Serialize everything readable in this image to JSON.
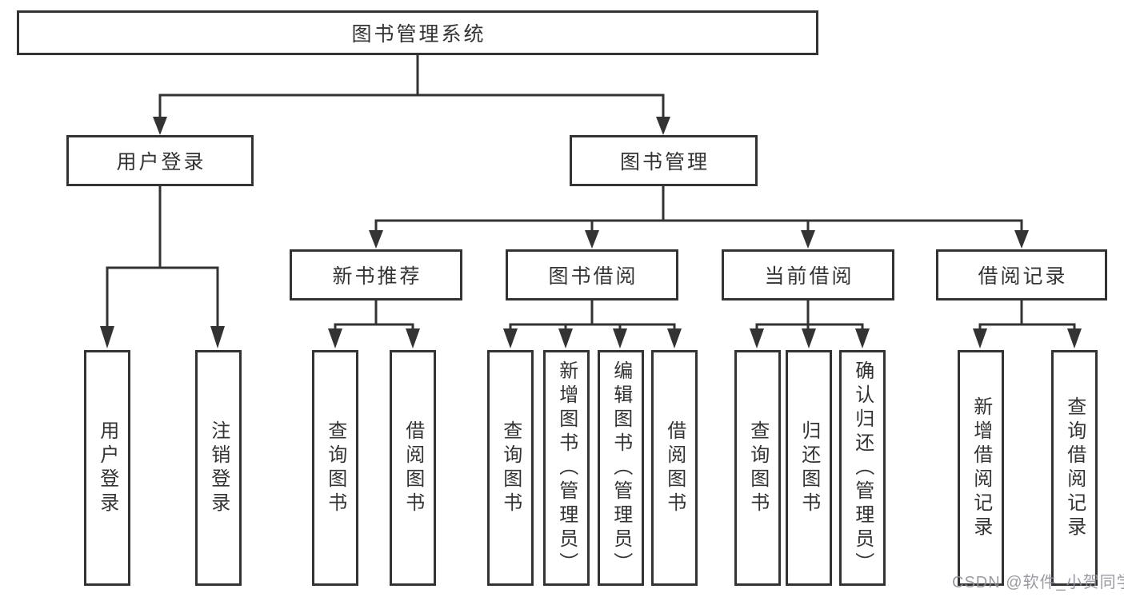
{
  "diagram_type": "hierarchy",
  "nodes": {
    "root": {
      "label": "图书管理系统"
    },
    "level2": [
      {
        "id": "user-login",
        "label": "用户登录"
      },
      {
        "id": "book-management",
        "label": "图书管理"
      }
    ],
    "level3": [
      {
        "id": "new-book-recommend",
        "label": "新书推荐",
        "parent": "图书管理"
      },
      {
        "id": "book-borrowing",
        "label": "图书借阅",
        "parent": "图书管理"
      },
      {
        "id": "current-borrowing",
        "label": "当前借阅",
        "parent": "图书管理"
      },
      {
        "id": "borrowing-records",
        "label": "借阅记录",
        "parent": "图书管理"
      }
    ],
    "leaves": [
      {
        "label": "用户登录",
        "parent": "用户登录"
      },
      {
        "label": "注销登录",
        "parent": "用户登录"
      },
      {
        "label": "查询图书",
        "parent": "新书推荐"
      },
      {
        "label": "借阅图书",
        "parent": "新书推荐"
      },
      {
        "label": "查询图书",
        "parent": "图书借阅"
      },
      {
        "label": "新增图书（管理员）",
        "parent": "图书借阅"
      },
      {
        "label": "编辑图书（管理员）",
        "parent": "图书借阅"
      },
      {
        "label": "借阅图书",
        "parent": "图书借阅"
      },
      {
        "label": "查询图书",
        "parent": "当前借阅"
      },
      {
        "label": "归还图书",
        "parent": "当前借阅"
      },
      {
        "label": "确认归还（管理员）",
        "parent": "当前借阅"
      },
      {
        "label": "新增借阅记录",
        "parent": "借阅记录"
      },
      {
        "label": "查询借阅记录",
        "parent": "借阅记录"
      }
    ]
  },
  "watermark": "CSDN @软件_小贺同学",
  "colors": {
    "line": "#333333",
    "text": "#333333",
    "box_bg": "#ffffff",
    "background": "#ffffff",
    "watermark": "#90909a"
  }
}
